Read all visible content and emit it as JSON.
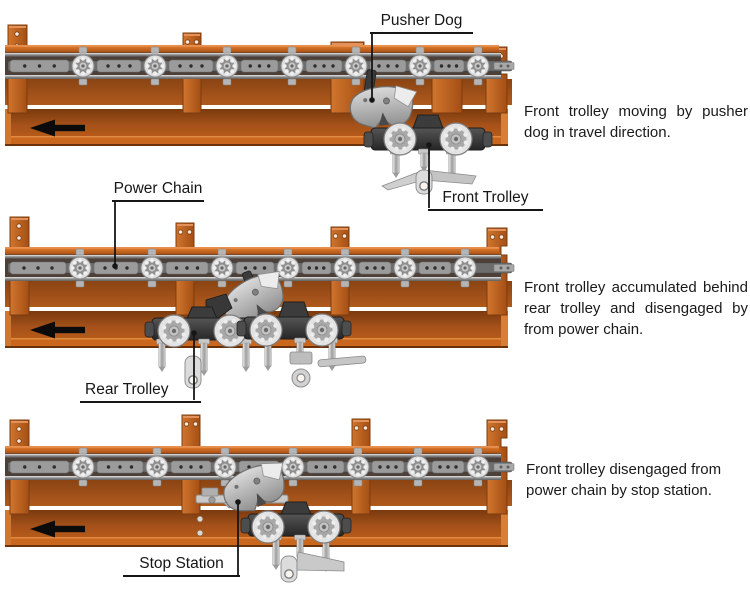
{
  "diagram": {
    "subject": "power-and-free-conveyor-operation",
    "stages": 3
  },
  "labels": {
    "pusher_dog": "Pusher Dog",
    "front_trolley": "Front Trolley",
    "power_chain": "Power Chain",
    "rear_trolley": "Rear Trolley",
    "stop_station": "Stop Station"
  },
  "captions": [
    {
      "lines": [
        "Front trolley moving by pusher",
        "dog in travel direction."
      ]
    },
    {
      "lines": [
        "Front trolley accumulated behind",
        "rear trolley and disengaged by",
        "from power chain."
      ]
    },
    {
      "lines": [
        "Front trolley disengaged from",
        "power chain by stop station."
      ]
    }
  ],
  "icons": {
    "travel_direction_arrow": "left-arrow"
  },
  "colors": {
    "frame_orange": "#b4581b",
    "frame_orange_dark": "#7c3c0f",
    "frame_orange_light": "#d97a2e",
    "flange_highlight": "#e89050",
    "slot_shadow": "#4c4038",
    "steel_light": "#dcdcdc",
    "steel_mid": "#9a9a9a",
    "steel_dark": "#3d3d3d",
    "arrow_black": "#0b0b0b",
    "callout_line": "#161616",
    "text": "#1a1a1a",
    "background": "#ffffff"
  }
}
